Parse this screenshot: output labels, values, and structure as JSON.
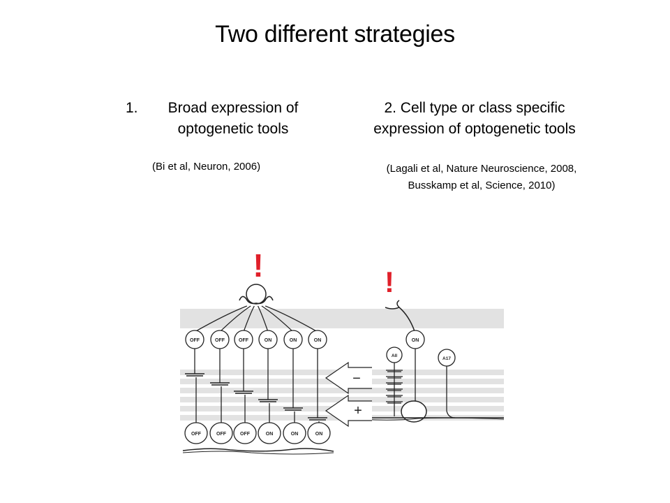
{
  "slide": {
    "title": "Two different strategies"
  },
  "strategy_1": {
    "number": "1.",
    "line1": "Broad expression of",
    "line2": "optogenetic tools",
    "citation": "(Bi et al, Neuron, 2006)"
  },
  "strategy_2": {
    "line1": "2. Cell type or class specific",
    "line2": "expression of optogenetic tools",
    "citation_line1": "(Lagali et al, Nature Neuroscience, 2008,",
    "citation_line2": "Busskamp et al, Science, 2010)"
  },
  "diagram": {
    "exclamation": "!",
    "bipolar_labels": [
      "OFF",
      "OFF",
      "OFF",
      "ON",
      "ON",
      "ON"
    ],
    "ganglion_labels": [
      "OFF",
      "OFF",
      "OFF",
      "ON",
      "ON",
      "ON"
    ],
    "right_bipolar_label": "ON",
    "amacrine_labels": [
      "AII",
      "A17"
    ],
    "minus_sign": "−",
    "plus_sign": "+",
    "exclamation_color": "#e0202a",
    "band_color": "#e2e2e2"
  }
}
